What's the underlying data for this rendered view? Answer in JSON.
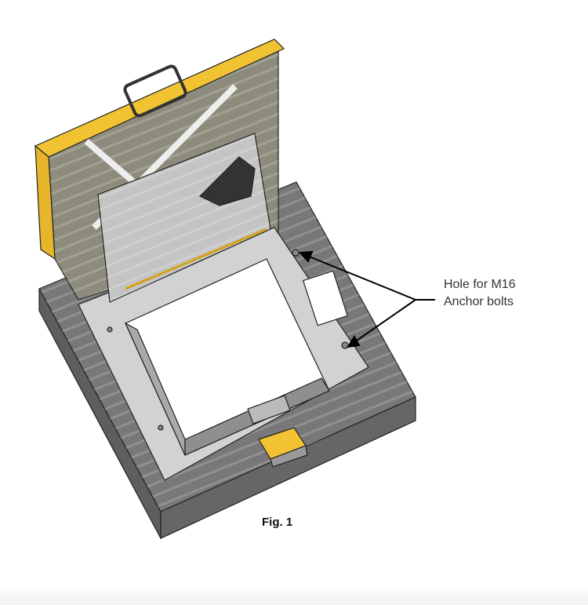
{
  "figure": {
    "callout_line1": "Hole for M16",
    "callout_line2": "Anchor bolts",
    "caption": "Fig. 1"
  },
  "colors": {
    "base": "#6f6f6f",
    "frame": "#cfcfcf",
    "lid_edge": "#f1c232",
    "lid_face": "#8d8c7c",
    "outline": "#222222"
  }
}
